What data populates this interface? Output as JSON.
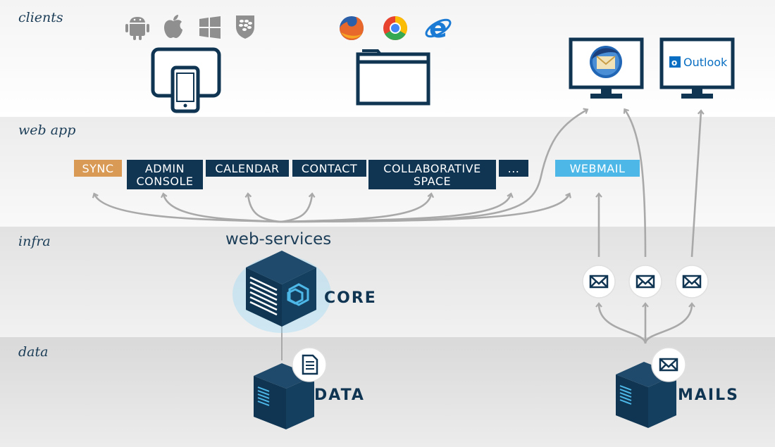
{
  "bands": {
    "clients": "clients",
    "webapp": "web app",
    "infra": "infra",
    "data": "data"
  },
  "modules": {
    "sync": "SYNC",
    "admin_line1": "ADMIN",
    "admin_line2": "CONSOLE",
    "calendar": "CALENDAR",
    "contact": "CONTACT",
    "collab_line1": "COLLABORATIVE",
    "collab_line2": "SPACE",
    "more": "...",
    "webmail": "WEBMAIL"
  },
  "infra": {
    "web_services": "web-services",
    "core": "CORE"
  },
  "storage": {
    "data": "DATA",
    "mails": "MAILS"
  },
  "clients": {
    "outlook": "Outlook"
  },
  "colors": {
    "navy": "#0f3553",
    "sync": "#d99a55",
    "webmail": "#4db8e8",
    "arrow": "#a9a9a9",
    "icon_grey": "#8f8f8f"
  },
  "icons": [
    "android-icon",
    "apple-icon",
    "windows-icon",
    "blackberry-icon",
    "firefox-icon",
    "chrome-icon",
    "ie-icon",
    "thunderbird-icon",
    "outlook-icon",
    "tablet-icon",
    "browser-window-icon",
    "desktop-monitor-icon",
    "envelope-icon",
    "document-icon",
    "server-icon",
    "core-cube-icon"
  ]
}
